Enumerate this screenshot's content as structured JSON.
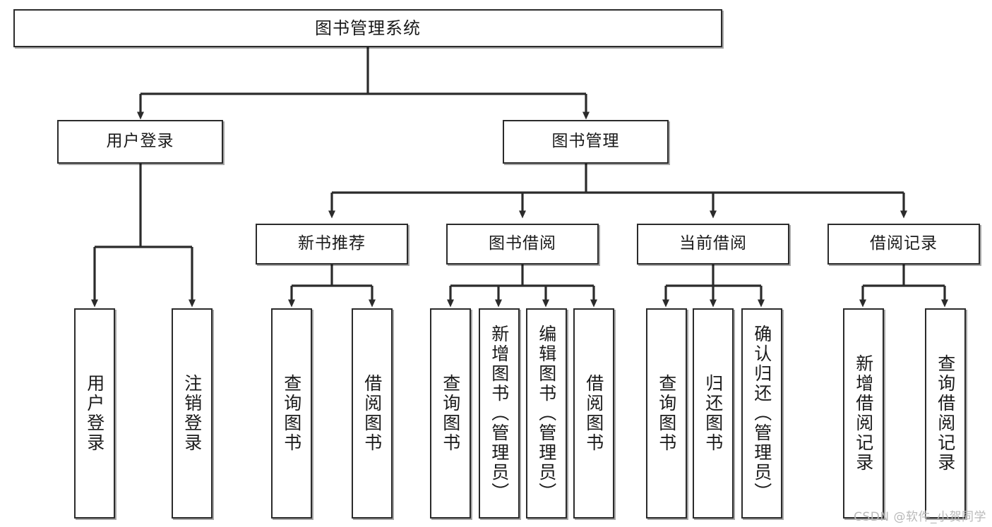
{
  "diagram": {
    "title": "图书管理系统",
    "type": "tree-hierarchy-chart",
    "root": {
      "id": "root",
      "label": "图书管理系统"
    },
    "level2": [
      {
        "id": "user-login",
        "label": "用户登录"
      },
      {
        "id": "book-manage",
        "label": "图书管理"
      }
    ],
    "level3": [
      {
        "id": "new-book-recommend",
        "label": "新书推荐",
        "parent": "book-manage"
      },
      {
        "id": "book-borrow",
        "label": "图书借阅",
        "parent": "book-manage"
      },
      {
        "id": "current-borrow",
        "label": "当前借阅",
        "parent": "book-manage"
      },
      {
        "id": "borrow-record",
        "label": "借阅记录",
        "parent": "book-manage"
      }
    ],
    "leaves": [
      {
        "id": "leaf-user-login",
        "label": "用户登录",
        "parent": "user-login"
      },
      {
        "id": "leaf-user-logout",
        "label": "注销登录",
        "parent": "user-login"
      },
      {
        "id": "leaf-query-book-1",
        "label": "查询图书",
        "parent": "new-book-recommend"
      },
      {
        "id": "leaf-borrow-book-1",
        "label": "借阅图书",
        "parent": "new-book-recommend"
      },
      {
        "id": "leaf-query-book-2",
        "label": "查询图书",
        "parent": "book-borrow"
      },
      {
        "id": "leaf-add-book",
        "label": "新增图书（管理员）",
        "parent": "book-borrow"
      },
      {
        "id": "leaf-edit-book",
        "label": "编辑图书（管理员）",
        "parent": "book-borrow"
      },
      {
        "id": "leaf-borrow-book-2",
        "label": "借阅图书",
        "parent": "book-borrow"
      },
      {
        "id": "leaf-query-book-3",
        "label": "查询图书",
        "parent": "current-borrow"
      },
      {
        "id": "leaf-return-book",
        "label": "归还图书",
        "parent": "current-borrow"
      },
      {
        "id": "leaf-confirm-return",
        "label": "确认归还（管理员）",
        "parent": "current-borrow"
      },
      {
        "id": "leaf-add-record",
        "label": "新增借阅记录",
        "parent": "borrow-record"
      },
      {
        "id": "leaf-query-record",
        "label": "查询借阅记录",
        "parent": "borrow-record"
      }
    ],
    "colors": {
      "border": "#2b2b2b",
      "background": "#ffffff",
      "text": "#1a1a1a",
      "connector": "#2b2b2b",
      "watermark": "#b9b9b9"
    }
  },
  "watermark": {
    "text": "CSDN @软件_小贺同学"
  }
}
